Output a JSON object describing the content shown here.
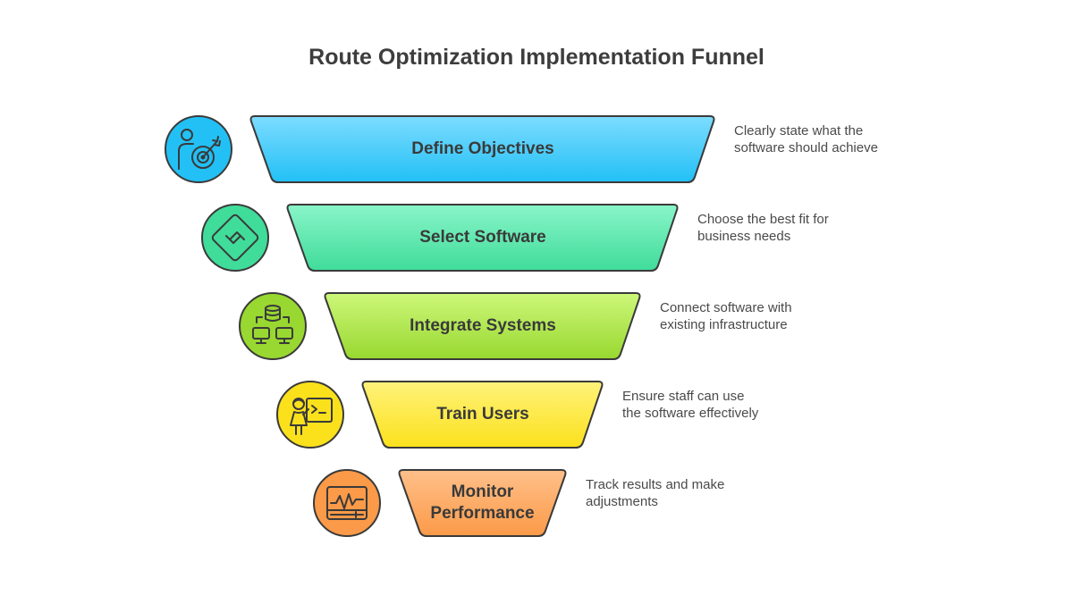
{
  "title": "Route Optimization Implementation Funnel",
  "stages": [
    {
      "label": "Define Objectives",
      "label_lines": [
        "Define Objectives"
      ],
      "description_lines": [
        "Clearly state what the",
        "software should achieve"
      ],
      "icon": "person-target-icon",
      "color_top": "#7ddcff",
      "color_bottom": "#22c0f5"
    },
    {
      "label": "Select Software",
      "label_lines": [
        "Select Software"
      ],
      "description_lines": [
        "Choose the best fit for",
        "business needs"
      ],
      "icon": "diamond-select-icon",
      "color_top": "#8af5c9",
      "color_bottom": "#40dc9a"
    },
    {
      "label": "Integrate Systems",
      "label_lines": [
        "Integrate Systems"
      ],
      "description_lines": [
        "Connect software with",
        "existing infrastructure"
      ],
      "icon": "database-network-icon",
      "color_top": "#cdf77a",
      "color_bottom": "#98d830"
    },
    {
      "label": "Train Users",
      "label_lines": [
        "Train Users"
      ],
      "description_lines": [
        "Ensure staff can use",
        "the software effectively"
      ],
      "icon": "trainer-screen-icon",
      "color_top": "#fff27a",
      "color_bottom": "#fbe11c"
    },
    {
      "label": "Monitor Performance",
      "label_lines": [
        "Monitor",
        "Performance"
      ],
      "description_lines": [
        "Track results and make",
        "adjustments"
      ],
      "icon": "monitor-chart-icon",
      "color_top": "#ffc08a",
      "color_bottom": "#fb9a48"
    }
  ]
}
